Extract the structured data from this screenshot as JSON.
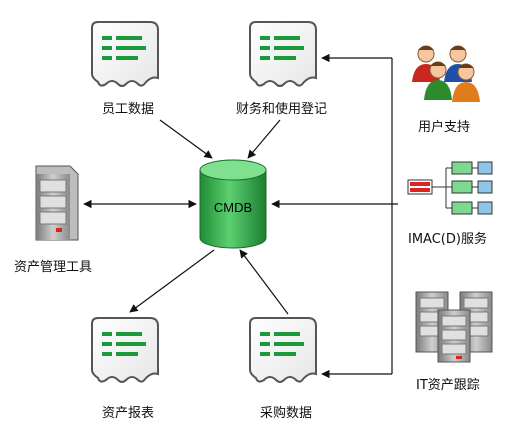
{
  "center": {
    "label": "CMDB"
  },
  "sources": {
    "staff_data": "员工数据",
    "finance_usage": "财务和使用登记",
    "asset_tool": "资产管理工具",
    "asset_report": "资产报表",
    "purchase_data": "采购数据"
  },
  "right_side": {
    "user_support": "用户支持",
    "imac_service": "IMAC(D)服务",
    "it_asset_tracking": "IT资产跟踪"
  },
  "colors": {
    "document_green": "#1a9a3a",
    "cylinder_green": "#2ea84a",
    "arrow": "#111111"
  }
}
